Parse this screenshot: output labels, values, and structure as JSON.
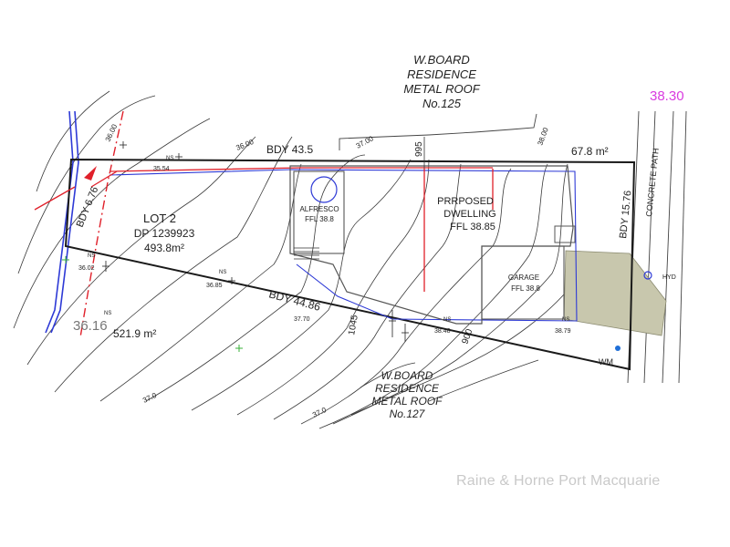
{
  "neighbour_north": {
    "line1": "W.BOARD",
    "line2": "RESIDENCE",
    "line3": "METAL ROOF",
    "line4": "No.125"
  },
  "neighbour_south": {
    "line1": "W.BOARD",
    "line2": "RESIDENCE",
    "line3": "METAL ROOF",
    "line4": "No.127"
  },
  "corner_level": "38.30",
  "lot": {
    "name": "LOT 2",
    "dp": "DP 1239923",
    "area": "493.8m²"
  },
  "lot_1_area": "521.9 m²",
  "corner_area": "67.8 m²",
  "boundaries": {
    "north": "BDY 43.5",
    "west": "BDY 6.76",
    "south": "BDY 44.86",
    "east": "BDY 15.76"
  },
  "dwelling": {
    "line1": "PRRPOSED",
    "line2": "DWELLING",
    "line3": "FFL 38.85"
  },
  "alfresco": {
    "line1": "ALFRESCO",
    "line2": "FFL 38.8"
  },
  "garage": {
    "line1": "GARAGE",
    "line2": "FFL 38.8"
  },
  "concrete_path": "CONCRETE PATH",
  "hyd": "HYD",
  "wm": "WM",
  "left_level": "36.16",
  "dimensions": {
    "d995": "995",
    "d1045": "1045",
    "d900": "900"
  },
  "spot_levels": {
    "l3554": "35.54",
    "l3600": "36.00",
    "l3700": "37.00",
    "l3800": "38.00",
    "l3600b": "36.00",
    "l3685": "36.85",
    "l3770": "37.70",
    "l3848": "38.48",
    "l3879": "38.79",
    "l3702": "36.02",
    "l370a": "37.0",
    "l370b": "37.0"
  },
  "ns_labels": {
    "n1": "NS",
    "n2": "NS",
    "n3": "NS",
    "n4": "NS",
    "n5": "NS",
    "n6": "NS"
  },
  "watermark": "Raine & Horne Port Macquarie",
  "colors": {
    "boundary": "#1a1a1a",
    "setback": "#2e3ad6",
    "service_red": "#e0202a",
    "driveway": "#c8c7ad",
    "level_magenta": "#d93be0",
    "contour": "#333333"
  }
}
